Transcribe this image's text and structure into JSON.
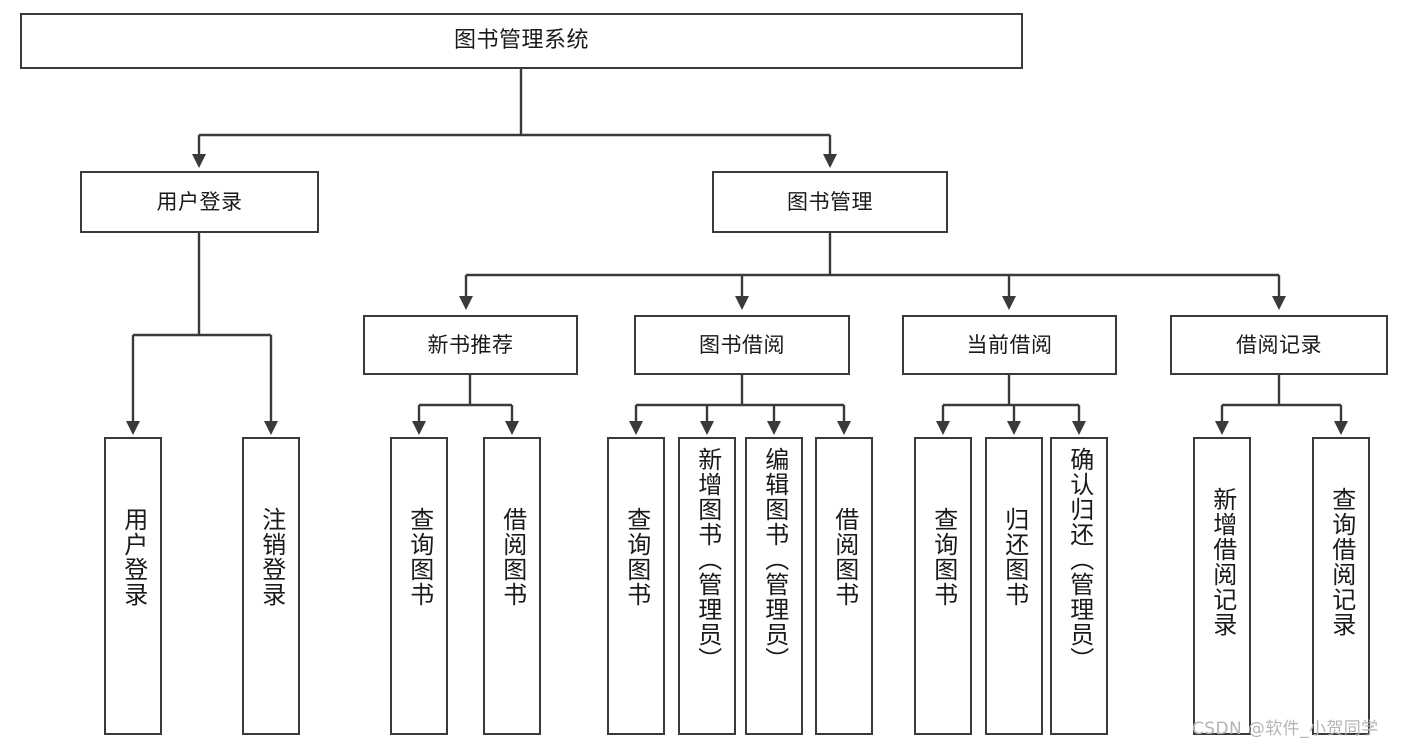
{
  "diagram": {
    "title": "图书管理系统",
    "type": "tree-hierarchy-chart",
    "root": {
      "id": "root",
      "label": "图书管理系统"
    },
    "level2": [
      {
        "id": "user-login",
        "label": "用户登录"
      },
      {
        "id": "book-manage",
        "label": "图书管理"
      }
    ],
    "level3": [
      {
        "id": "new-book-recommend",
        "label": "新书推荐"
      },
      {
        "id": "book-borrow",
        "label": "图书借阅"
      },
      {
        "id": "current-borrow",
        "label": "当前借阅"
      },
      {
        "id": "borrow-record",
        "label": "借阅记录"
      }
    ],
    "leaves": {
      "user_login": [
        {
          "id": "leaf-user-login",
          "label": "用户登录"
        },
        {
          "id": "leaf-logout-login",
          "label": "注销登录"
        }
      ],
      "new_book_recommend": [
        {
          "id": "leaf-query-book-1",
          "label": "查询图书"
        },
        {
          "id": "leaf-borrow-book-1",
          "label": "借阅图书"
        }
      ],
      "book_borrow": [
        {
          "id": "leaf-query-book-2",
          "label": "查询图书"
        },
        {
          "id": "leaf-add-book",
          "label": "新增图书（管理员）"
        },
        {
          "id": "leaf-edit-book",
          "label": "编辑图书（管理员）"
        },
        {
          "id": "leaf-borrow-book-2",
          "label": "借阅图书"
        }
      ],
      "current_borrow": [
        {
          "id": "leaf-query-book-3",
          "label": "查询图书"
        },
        {
          "id": "leaf-return-book",
          "label": "归还图书"
        },
        {
          "id": "leaf-confirm-return",
          "label": "确认归还（管理员）"
        }
      ],
      "borrow_record": [
        {
          "id": "leaf-add-record",
          "label": "新增借阅记录"
        },
        {
          "id": "leaf-query-record",
          "label": "查询借阅记录"
        }
      ]
    }
  },
  "watermark": {
    "text": "CSDN @软件_小贺同学"
  },
  "colors": {
    "box_border": "#3a3a3a",
    "edge": "#3a3a3a",
    "background": "#ffffff",
    "text": "#1a1a1a",
    "watermark": "#b4b4b4"
  }
}
